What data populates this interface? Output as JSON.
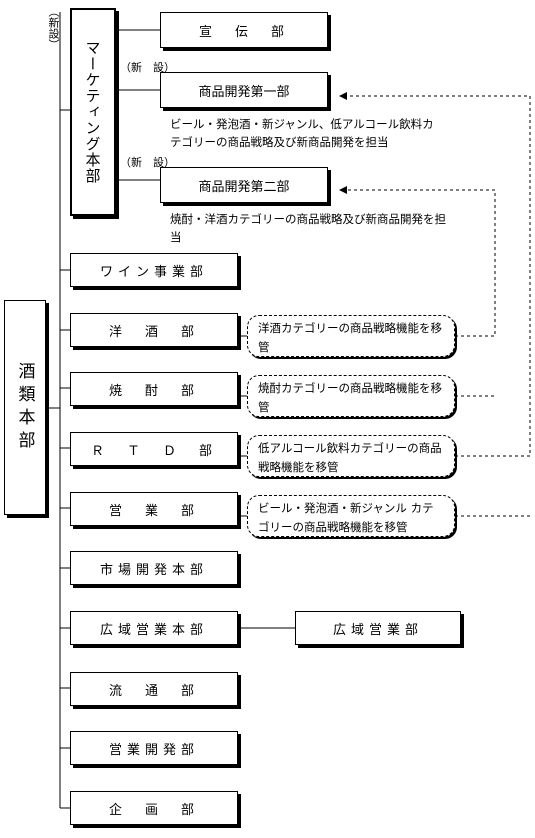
{
  "root": {
    "label": "酒類本部"
  },
  "marketing": {
    "label": "マーケティング本部",
    "new_tag": "（新設）"
  },
  "marketing_children": [
    {
      "label": "宣　伝　部",
      "tag": ""
    },
    {
      "label": "商品開発第一部",
      "tag": "（新　設）",
      "note": "ビール・発泡酒・新ジャンル、低アルコール飲料カテゴリーの商品戦略及び新商品開発を担当"
    },
    {
      "label": "商品開発第二部",
      "tag": "（新　設）",
      "note": "焼酎・洋酒カテゴリーの商品戦略及び新商品開発を担当"
    }
  ],
  "departments": [
    {
      "label": "ワイン事業部"
    },
    {
      "label": "洋　酒　部",
      "transfer": "洋酒カテゴリーの商品戦略機能を移管"
    },
    {
      "label": "焼　酎　部",
      "transfer": "焼酎カテゴリーの商品戦略機能を移管"
    },
    {
      "label": "Ｒ　Ｔ　Ｄ　部",
      "transfer": "低アルコール飲料カテゴリーの商品戦略機能を移管"
    },
    {
      "label": "営　業　部",
      "transfer": "ビール・発泡酒・新ジャンル カテゴリーの商品戦略機能を移管"
    },
    {
      "label": "市場開発本部"
    },
    {
      "label": "広域営業本部",
      "child": "広域営業部"
    },
    {
      "label": "流　通　部"
    },
    {
      "label": "営業開発部"
    },
    {
      "label": "企　画　部"
    }
  ]
}
